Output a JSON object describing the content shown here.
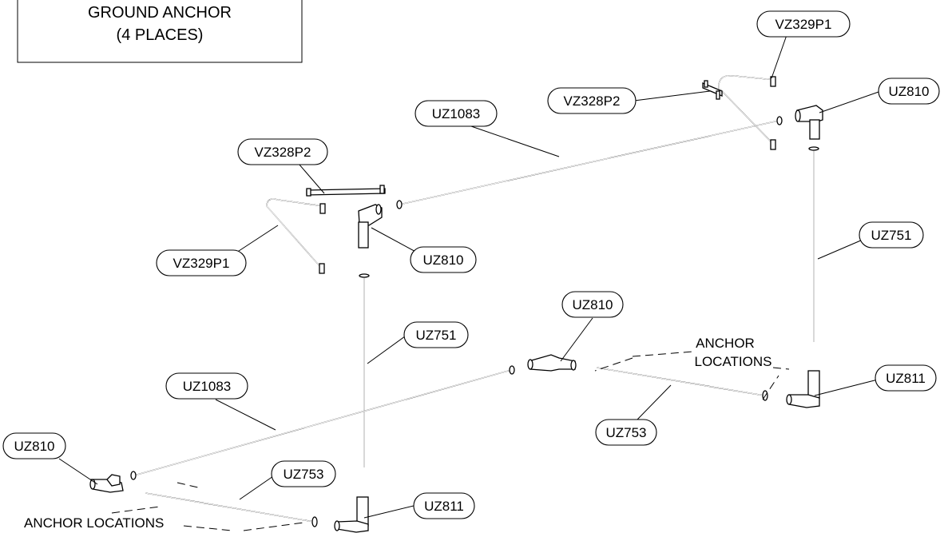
{
  "title_box": {
    "line1": "GROUND ANCHOR",
    "line2": "(4 PLACES)"
  },
  "notes": {
    "anchor_right_1": "ANCHOR",
    "anchor_right_2": "LOCATIONS",
    "anchor_left": "ANCHOR LOCATIONS"
  },
  "labels": {
    "vz329p1_top": "VZ329P1",
    "uz810_top_right": "UZ810",
    "vz328p2_top": "VZ328P2",
    "uz1083_top": "UZ1083",
    "vz328p2_left": "VZ328P2",
    "vz329p1_left": "VZ329P1",
    "uz810_mid": "UZ810",
    "uz751_right": "UZ751",
    "uz810_center": "UZ810",
    "uz751_center": "UZ751",
    "uz1083_bottom": "UZ1083",
    "uz811_right": "UZ811",
    "uz753_right": "UZ753",
    "uz810_bottom_left": "UZ810",
    "uz753_bottom": "UZ753",
    "uz811_bottom": "UZ811"
  }
}
